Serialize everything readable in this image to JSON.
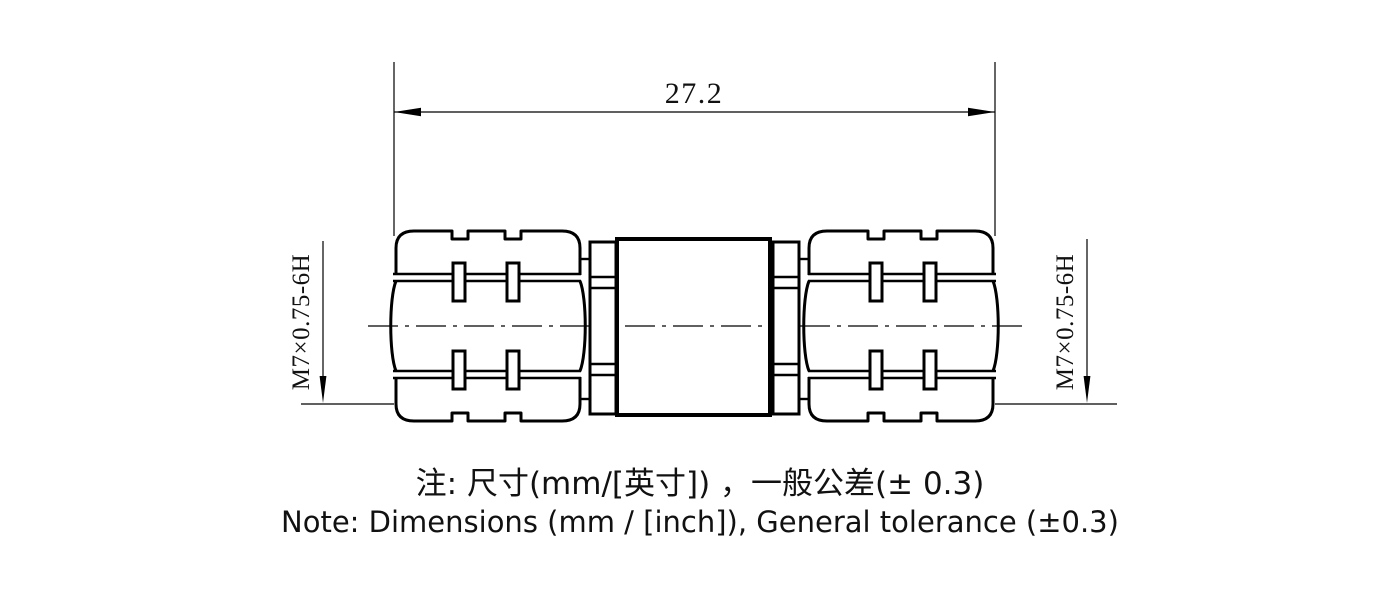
{
  "dimensions": {
    "overall_length": "27.2"
  },
  "thread_callouts": {
    "left": "M7×0.75-6H",
    "right": "M7×0.75-6H"
  },
  "notes": {
    "zh": "注: 尺寸(mm/[英寸]) ，一般公差(± 0.3)",
    "en": "Note: Dimensions (mm / [inch]), General tolerance (±0.3)"
  },
  "colors": {
    "line": "#000000",
    "text": "#111111",
    "background": "#ffffff"
  }
}
